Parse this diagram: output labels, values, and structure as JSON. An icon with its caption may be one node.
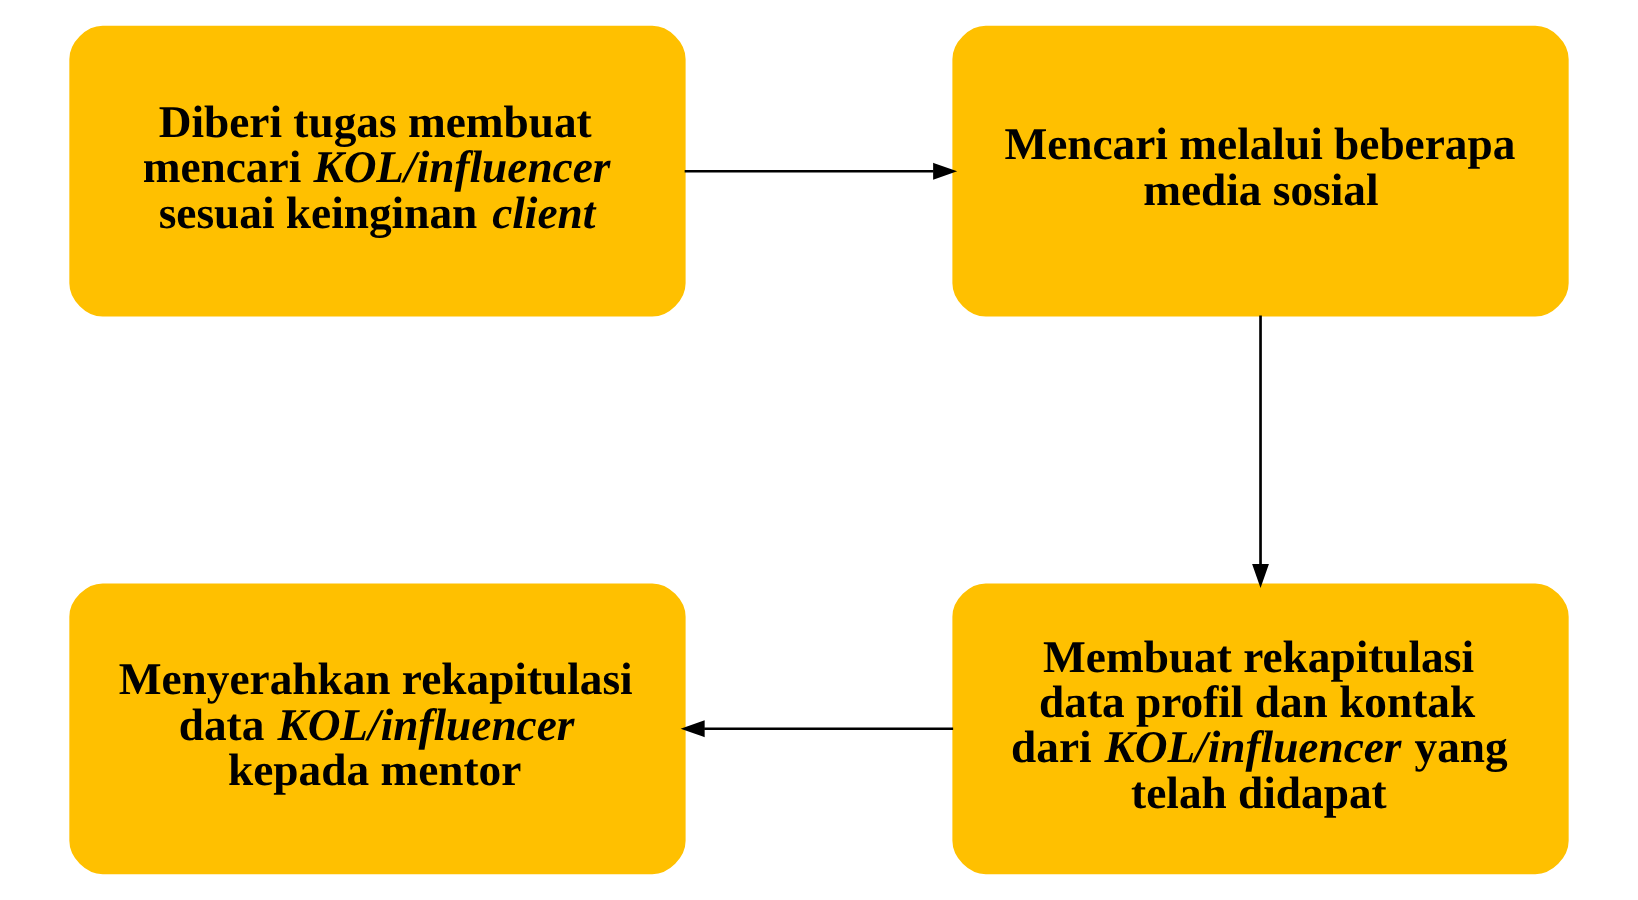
{
  "diagram": {
    "nodes": [
      {
        "text": [
          "Diberi tugas membuat mencari *KOL/influencer* sesuai keinginan *client*"
        ]
      },
      {
        "text": [
          "Mencari melalui beberapa media sosial"
        ]
      },
      {
        "text": [
          "Membuat rekapitulasi data profil dan kontak dari *KOL/influencer* yang telah didapat"
        ]
      },
      {
        "text": [
          "Menyerahkan rekapitulasi data *KOL/influencer* kepada mentor"
        ]
      }
    ],
    "edges": [
      {
        "from": 0,
        "to": 1,
        "arrow": "to"
      },
      {
        "from": 1,
        "to": 2,
        "arrow": "to"
      },
      {
        "from": 2,
        "to": 3,
        "arrow": "to"
      }
    ]
  }
}
